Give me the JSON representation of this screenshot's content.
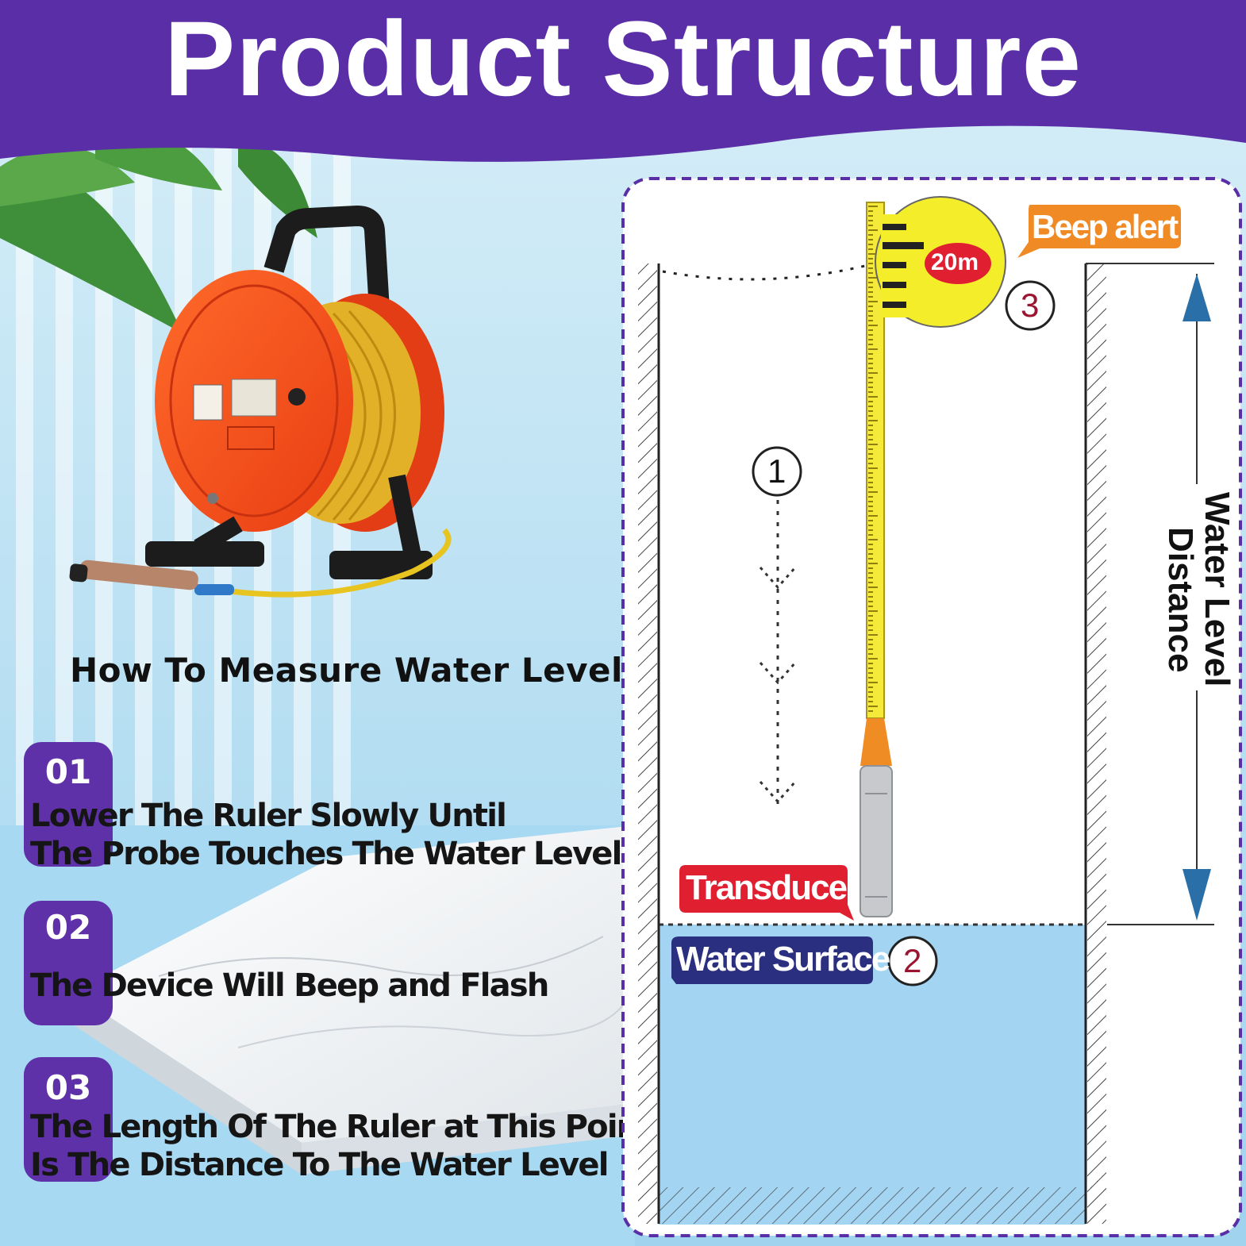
{
  "header": {
    "title": "Product Structure"
  },
  "left": {
    "how_to": "How To Measure Water Level",
    "steps": [
      {
        "num": "01",
        "line1": "Lower The Ruler Slowly Until",
        "line2": "The Probe Touches The Water Level"
      },
      {
        "num": "02",
        "line1": "The Device Will Beep and Flash",
        "line2": ""
      },
      {
        "num": "03",
        "line1": "The Length Of The Ruler at This Point",
        "line2": "Is The Distance To The Water Level"
      }
    ]
  },
  "diagram": {
    "beep_alert": "Beep alert",
    "ruler_mark": "20m",
    "transducer": "Transducer",
    "water_surface": "Water Surface",
    "distance_line1": "Water Level",
    "distance_line2": "Distance",
    "markers": [
      "1",
      "2",
      "3"
    ]
  },
  "colors": {
    "header_purple": "#5a2ea6",
    "badge_purple": "#5f31a8",
    "water": "#a3d4f2",
    "ruler_yellow": "#f5ea3a",
    "beep_orange": "#f08a24",
    "transducer_red": "#e02030",
    "water_label_navy": "#2b2f80"
  },
  "icons": [
    "cable-reel-icon",
    "plant-leaf-icon",
    "marble-plinth-icon",
    "probe-icon",
    "arrow-up-icon",
    "arrow-down-icon"
  ]
}
